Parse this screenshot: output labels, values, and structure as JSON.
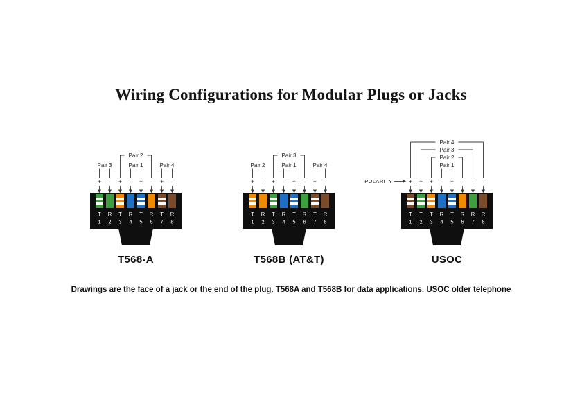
{
  "title": "Wiring Configurations for Modular Plugs or Jacks",
  "caption": "Drawings are the face of a jack or the end of the plug. T568A and T568B for data applications. USOC older telephone",
  "colors": {
    "green": "#3f9e3f",
    "orange": "#f08a00",
    "blue": "#1f6fc4",
    "brown": "#7a4a2b",
    "jack": "#0f0f0f",
    "line": "#3a3a3a"
  },
  "connectors": [
    {
      "label": "T568-A",
      "polarity_label": null,
      "pins": [
        {
          "num": "1",
          "letter": "T",
          "sign": "+",
          "color": "white-green"
        },
        {
          "num": "2",
          "letter": "R",
          "sign": "-",
          "color": "green"
        },
        {
          "num": "3",
          "letter": "T",
          "sign": "+",
          "color": "white-orange"
        },
        {
          "num": "4",
          "letter": "R",
          "sign": "-",
          "color": "blue"
        },
        {
          "num": "5",
          "letter": "T",
          "sign": "+",
          "color": "white-blue"
        },
        {
          "num": "6",
          "letter": "R",
          "sign": "-",
          "color": "orange"
        },
        {
          "num": "7",
          "letter": "T",
          "sign": "+",
          "color": "white-brown"
        },
        {
          "num": "8",
          "letter": "R",
          "sign": "-",
          "color": "brown"
        }
      ],
      "pairs": [
        {
          "label": "Pair 2",
          "from": 3,
          "to": 6,
          "row": 0
        },
        {
          "label": "Pair 3",
          "from": 1,
          "to": 2,
          "row": 1
        },
        {
          "label": "Pair 1",
          "from": 4,
          "to": 5,
          "row": 1
        },
        {
          "label": "Pair 4",
          "from": 7,
          "to": 8,
          "row": 1
        }
      ]
    },
    {
      "label": "T568B (AT&T)",
      "polarity_label": null,
      "pins": [
        {
          "num": "1",
          "letter": "T",
          "sign": "+",
          "color": "white-orange"
        },
        {
          "num": "2",
          "letter": "R",
          "sign": "-",
          "color": "orange"
        },
        {
          "num": "3",
          "letter": "T",
          "sign": "+",
          "color": "white-green"
        },
        {
          "num": "4",
          "letter": "R",
          "sign": "-",
          "color": "blue"
        },
        {
          "num": "5",
          "letter": "T",
          "sign": "+",
          "color": "white-blue"
        },
        {
          "num": "6",
          "letter": "R",
          "sign": "-",
          "color": "green"
        },
        {
          "num": "7",
          "letter": "T",
          "sign": "+",
          "color": "white-brown"
        },
        {
          "num": "8",
          "letter": "R",
          "sign": "-",
          "color": "brown"
        }
      ],
      "pairs": [
        {
          "label": "Pair 3",
          "from": 3,
          "to": 6,
          "row": 0
        },
        {
          "label": "Pair 2",
          "from": 1,
          "to": 2,
          "row": 1
        },
        {
          "label": "Pair 1",
          "from": 4,
          "to": 5,
          "row": 1
        },
        {
          "label": "Pair 4",
          "from": 7,
          "to": 8,
          "row": 1
        }
      ]
    },
    {
      "label": "USOC",
      "polarity_label": "POLARITY",
      "pins": [
        {
          "num": "1",
          "letter": "T",
          "sign": "+",
          "color": "white-brown"
        },
        {
          "num": "2",
          "letter": "T",
          "sign": "+",
          "color": "white-green"
        },
        {
          "num": "3",
          "letter": "T",
          "sign": "+",
          "color": "white-orange"
        },
        {
          "num": "4",
          "letter": "R",
          "sign": "-",
          "color": "blue"
        },
        {
          "num": "5",
          "letter": "T",
          "sign": "+",
          "color": "white-blue"
        },
        {
          "num": "6",
          "letter": "R",
          "sign": "-",
          "color": "orange"
        },
        {
          "num": "7",
          "letter": "R",
          "sign": "-",
          "color": "green"
        },
        {
          "num": "8",
          "letter": "R",
          "sign": "-",
          "color": "brown"
        }
      ],
      "pairs": [
        {
          "label": "Pair 4",
          "from": 1,
          "to": 8,
          "row": 0
        },
        {
          "label": "Pair 3",
          "from": 2,
          "to": 7,
          "row": 1
        },
        {
          "label": "Pair 2",
          "from": 3,
          "to": 6,
          "row": 2
        },
        {
          "label": "Pair 1",
          "from": 4,
          "to": 5,
          "row": 3
        }
      ]
    }
  ]
}
